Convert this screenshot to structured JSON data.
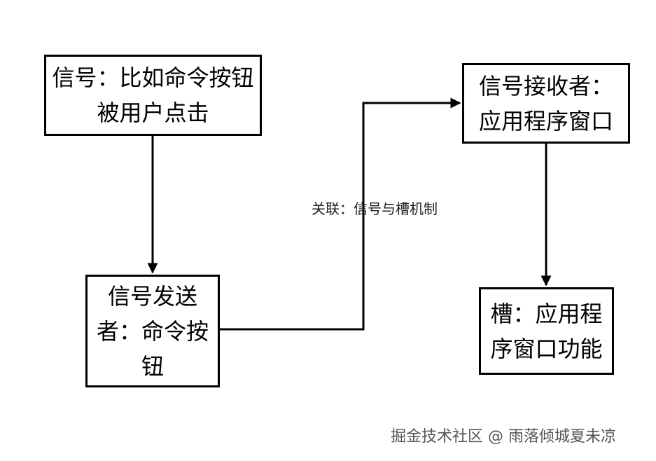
{
  "nodes": {
    "signal": "信号：比如命令按钮被用户点击",
    "sender": "信号发送者：命令按钮",
    "receiver": "信号接收者：应用程序窗口",
    "slot": "槽：应用程序窗口功能"
  },
  "edges": {
    "connect_label": "关联：信号与槽机制"
  },
  "watermark": "掘金技术社区 @ 雨落倾城夏未凉",
  "colors": {
    "stroke": "#000000",
    "background": "#ffffff"
  }
}
